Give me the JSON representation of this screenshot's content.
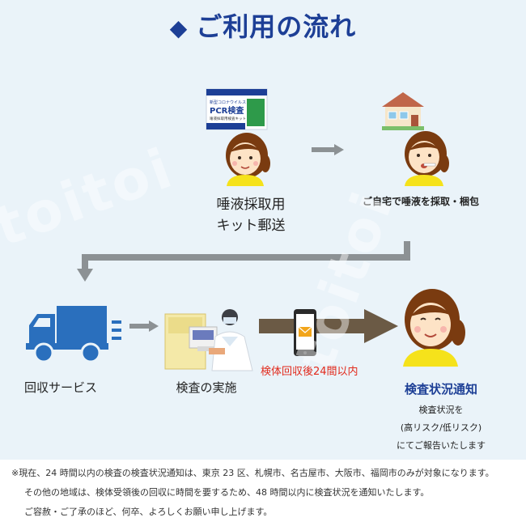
{
  "header": {
    "title": "ご利用の流れ"
  },
  "product_box": {
    "line1": "新型コロナウイルス",
    "line2": "PCR検査",
    "line3": "唾液採取用検査キット"
  },
  "steps": {
    "kit": {
      "line1": "唾液採取用",
      "line2": "キット郵送"
    },
    "home": {
      "label": "ご自宅で唾液を採取・梱包"
    },
    "collect": {
      "label": "回収サービス"
    },
    "test": {
      "label": "検査の実施"
    },
    "deadline": {
      "label": "検体回収後24間以内"
    },
    "notify": {
      "title": "検査状況通知",
      "line1": "検査状況を",
      "line2": "(高リスク/低リスク)",
      "line3": "にてご報告いたします"
    }
  },
  "note": {
    "line1": "※現在、24 時間以内の検査の検査状況通知は、東京 23 区、札幌市、名古屋市、大阪市、福岡市のみが対象になります。",
    "line2": "その他の地域は、検体受領後の回収に時間を要するため、48 時間以内に検査状況を通知いたします。",
    "line3": "ご容赦・ご了承のほど、何卒、よろしくお願い申し上げます。"
  },
  "watermark": {
    "text": "toitoi"
  },
  "colors": {
    "brand_blue": "#1d3f96",
    "truck_blue": "#2a6fbd",
    "deadline_red": "#e22a1c",
    "arrow_gray": "#8c9194",
    "background": "#eaf3f9"
  }
}
